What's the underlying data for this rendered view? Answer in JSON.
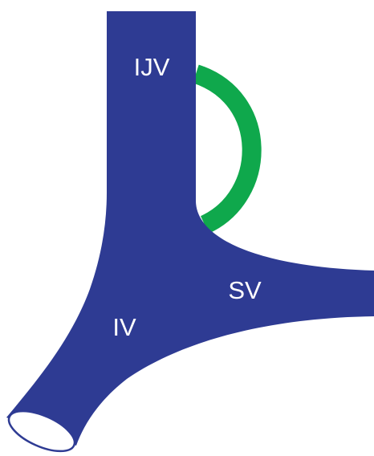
{
  "colors": {
    "vessel": "#2e3b93",
    "graft": "#0fa84c",
    "lumen": "#ffffff",
    "outline": "#2e3b93",
    "background": "#ffffff"
  },
  "labels": {
    "ijv": "IJV",
    "sv": "SV",
    "iv": "IV"
  }
}
